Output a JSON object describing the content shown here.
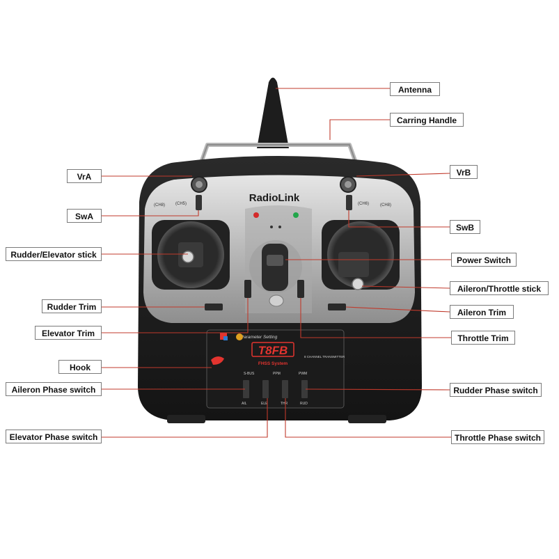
{
  "brand": "RadioLink",
  "model": "T8FB",
  "panel": {
    "header": "Parameter Setting",
    "system": "FHSS System",
    "channel": "8 CHANNEL TRANSMITTER",
    "modes": [
      "S-BUS",
      "PPM",
      "PWM"
    ],
    "switch_labels": [
      "AIL",
      "ELE",
      "THR",
      "RUD"
    ]
  },
  "face_marks": {
    "left_ch": "(CH5)",
    "right_ch": "(CH6)",
    "left_vr": "(CH8)",
    "right_vr": "(CH8)"
  },
  "labels": {
    "antenna": "Antenna",
    "carring_handle": "Carring Handle",
    "vra": "VrA",
    "vrb": "VrB",
    "swa": "SwA",
    "swb": "SwB",
    "rudder_elevator_stick": "Rudder/Elevator stick",
    "power_switch": "Power Switch",
    "aileron_throttle_stick": "Aileron/Throttle stick",
    "rudder_trim": "Rudder Trim",
    "aileron_trim": "Aileron Trim",
    "elevator_trim": "Elevator Trim",
    "throttle_trim": "Throttle Trim",
    "hook": "Hook",
    "aileron_phase_switch": "Aileron Phase switch",
    "rudder_phase_switch": "Rudder Phase switch",
    "elevator_phase_switch": "Elevator Phase switch",
    "throttle_phase_switch": "Throttle Phase switch"
  },
  "colors": {
    "leader_line": "#c0392b",
    "callout_border": "#7a7a7a",
    "panel_text": "#e3342f"
  }
}
